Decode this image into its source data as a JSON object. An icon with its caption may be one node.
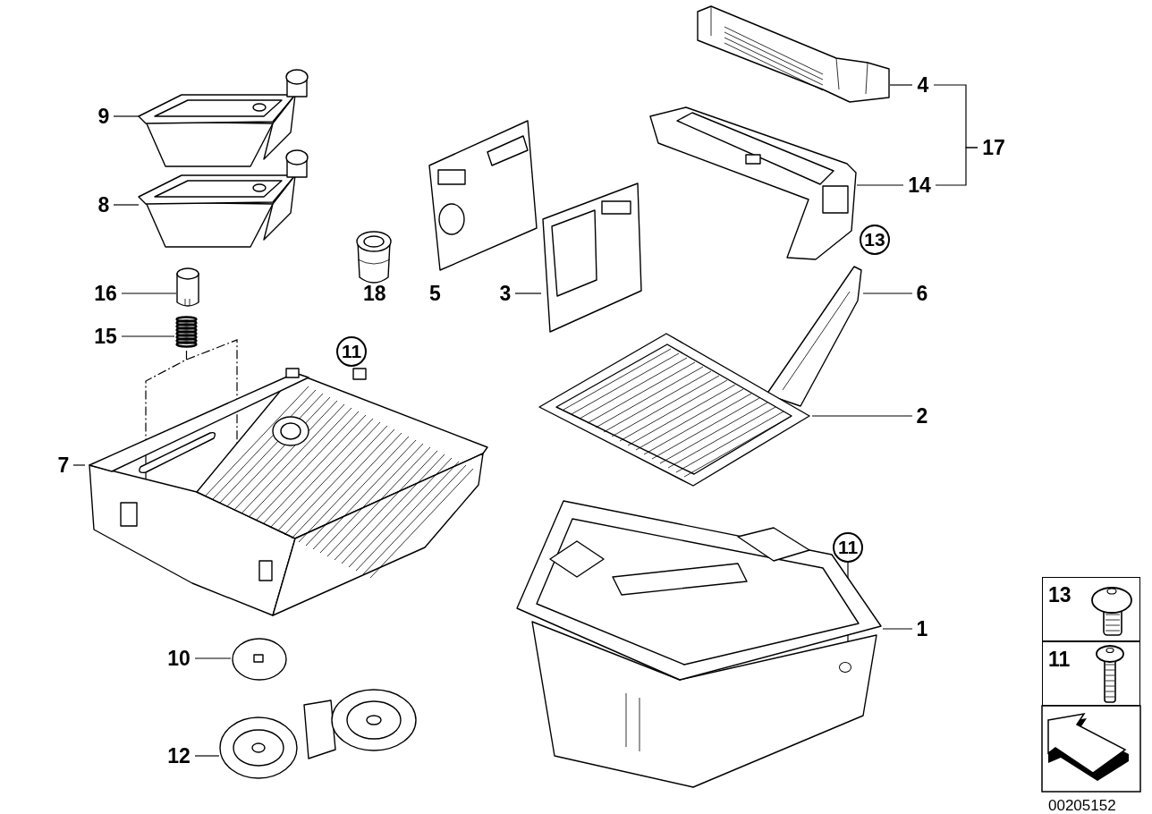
{
  "diagram": {
    "nodes": [
      {
        "text": [
          "9"
        ]
      },
      {
        "text": [],
        "shape": "picture"
      },
      {
        "text": [
          "8"
        ]
      },
      {
        "text": [],
        "shape": "picture"
      },
      {
        "text": [
          "16"
        ]
      },
      {
        "text": [],
        "shape": "picture"
      },
      {
        "text": [
          "15"
        ]
      },
      {
        "text": [],
        "shape": "picture"
      },
      {
        "text": [
          "7"
        ]
      },
      {
        "text": [],
        "shape": "picture"
      },
      {
        "text": [
          "11"
        ]
      },
      {
        "text": [
          "10"
        ]
      },
      {
        "text": [],
        "shape": "picture"
      },
      {
        "text": [
          "12"
        ]
      },
      {
        "text": [],
        "shape": "picture"
      },
      {
        "text": [
          "4"
        ]
      },
      {
        "text": [],
        "shape": "picture"
      },
      {
        "text": [
          "17"
        ]
      },
      {
        "text": [
          "14"
        ]
      },
      {
        "text": [],
        "shape": "picture"
      },
      {
        "text": [
          "13"
        ]
      },
      {
        "text": [
          "3"
        ]
      },
      {
        "text": [],
        "shape": "picture"
      },
      {
        "text": [
          "6"
        ]
      },
      {
        "text": [],
        "shape": "picture"
      },
      {
        "text": [
          "2"
        ]
      },
      {
        "text": [],
        "shape": "picture"
      },
      {
        "text": [
          "11"
        ]
      },
      {
        "text": [
          "1"
        ]
      },
      {
        "text": [],
        "shape": "picture"
      },
      {
        "text": [],
        "shape": "circle",
        "in": 29
      },
      {
        "text": [
          "13"
        ]
      },
      {
        "text": [
          "11"
        ]
      }
    ],
    "edges": [
      {
        "from": 0,
        "to": 1,
        "arrow": "none"
      },
      {
        "from": 2,
        "to": 3,
        "arrow": "none"
      },
      {
        "from": 4,
        "to": 5,
        "arrow": "none"
      },
      {
        "from": 6,
        "to": 7,
        "arrow": "none"
      },
      {
        "from": 8,
        "to": 9,
        "arrow": "none"
      },
      {
        "from": 11,
        "to": 12,
        "arrow": "none"
      },
      {
        "from": 13,
        "to": 14,
        "arrow": "none"
      },
      {
        "from": 15,
        "to": 16,
        "arrow": "none"
      },
      {
        "from": 17,
        "to": 15,
        "arrow": "none"
      },
      {
        "from": 17,
        "to": 18,
        "arrow": "none"
      },
      {
        "from": 18,
        "to": 19,
        "arrow": "none"
      },
      {
        "from": 21,
        "to": 22,
        "arrow": "none"
      },
      {
        "from": 23,
        "to": 24,
        "arrow": "none"
      },
      {
        "from": 25,
        "to": 26,
        "arrow": "none"
      },
      {
        "from": 27,
        "to": 30,
        "arrow": "none"
      },
      {
        "from": 28,
        "to": 29,
        "arrow": "none"
      },
      {
        "from": 7,
        "to": 9,
        "arrow": "none",
        "style": "dashed"
      }
    ],
    "labels": [
      "18",
      "5",
      "00205152"
    ]
  }
}
